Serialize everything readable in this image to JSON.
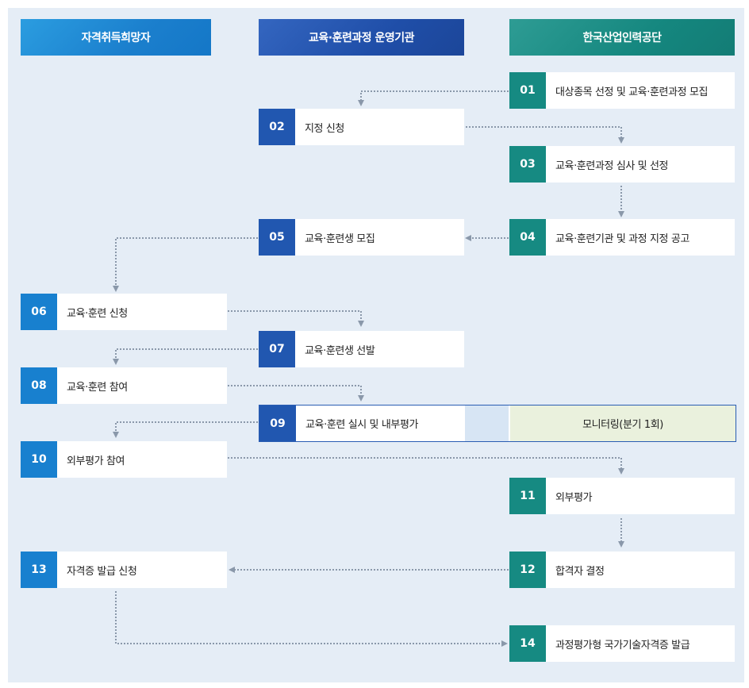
{
  "headers": {
    "col1": "자격취득희망자",
    "col2": "교육·훈련과정 운영기관",
    "col3": "한국산업인력공단"
  },
  "steps": {
    "s01": {
      "num": "01",
      "label": "대상종목 선정 및 교육·훈련과정 모집"
    },
    "s02": {
      "num": "02",
      "label": "지정 신청"
    },
    "s03": {
      "num": "03",
      "label": "교육·훈련과정 심사 및 선정"
    },
    "s04": {
      "num": "04",
      "label": "교육·훈련기관 및 과정 지정 공고"
    },
    "s05": {
      "num": "05",
      "label": "교육·훈련생 모집"
    },
    "s06": {
      "num": "06",
      "label": "교육·훈련 신청"
    },
    "s07": {
      "num": "07",
      "label": "교육·훈련생 선발"
    },
    "s08": {
      "num": "08",
      "label": "교육·훈련 참여"
    },
    "s09": {
      "num": "09",
      "label": "교육·훈련 실시 및  내부평가"
    },
    "s10": {
      "num": "10",
      "label": "외부평가 참여"
    },
    "s11": {
      "num": "11",
      "label": "외부평가"
    },
    "s12": {
      "num": "12",
      "label": "합격자 결정"
    },
    "s13": {
      "num": "13",
      "label": "자격증 발급 신청"
    },
    "s14": {
      "num": "14",
      "label": "과정평가형 국가기술자격증 발급"
    }
  },
  "monitoring": {
    "label": "모니터링(분기 1회)"
  },
  "colors": {
    "col1": "#1880cf",
    "col2": "#2157b0",
    "col3": "#168a82",
    "connector": "#8a98aa",
    "background": "#e5edf6",
    "monitoring_bg": "#eaf1dd"
  }
}
